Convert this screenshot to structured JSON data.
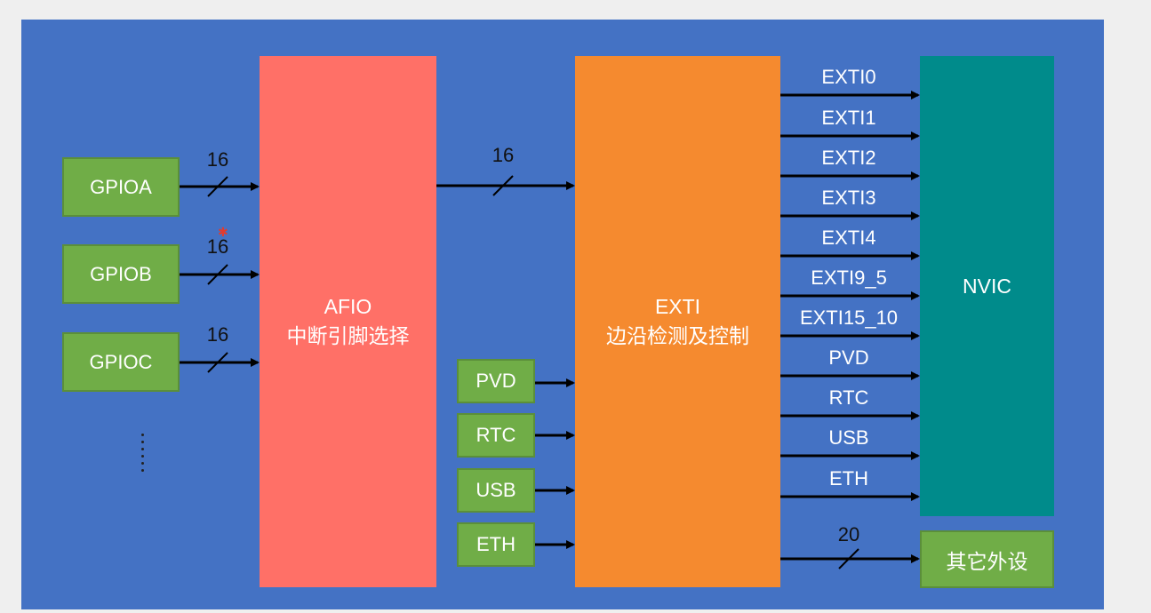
{
  "sources": {
    "gpioa": "GPIOA",
    "gpiob": "GPIOB",
    "gpioc": "GPIOC",
    "bus_width_gpioa": "16",
    "bus_width_gpiob": "16",
    "bus_width_gpioc": "16"
  },
  "afio": {
    "title": "AFIO",
    "subtitle": "中断引脚选择"
  },
  "afio_to_exti_width": "16",
  "peripherals": {
    "pvd": "PVD",
    "rtc": "RTC",
    "usb": "USB",
    "eth": "ETH"
  },
  "exti": {
    "title": "EXTI",
    "subtitle": "边沿检测及控制"
  },
  "exti_lines": [
    "EXTI0",
    "EXTI1",
    "EXTI2",
    "EXTI3",
    "EXTI4",
    "EXTI9_5",
    "EXTI15_10",
    "PVD",
    "RTC",
    "USB",
    "ETH"
  ],
  "nvic": "NVIC",
  "other": {
    "label": "其它外设",
    "bus_width": "20"
  },
  "colors": {
    "background": "#4472c4",
    "gpio_box": "#70ad47",
    "afio_box": "#ff7067",
    "exti_box": "#f58a2f",
    "nvic_box": "#008b8b"
  }
}
